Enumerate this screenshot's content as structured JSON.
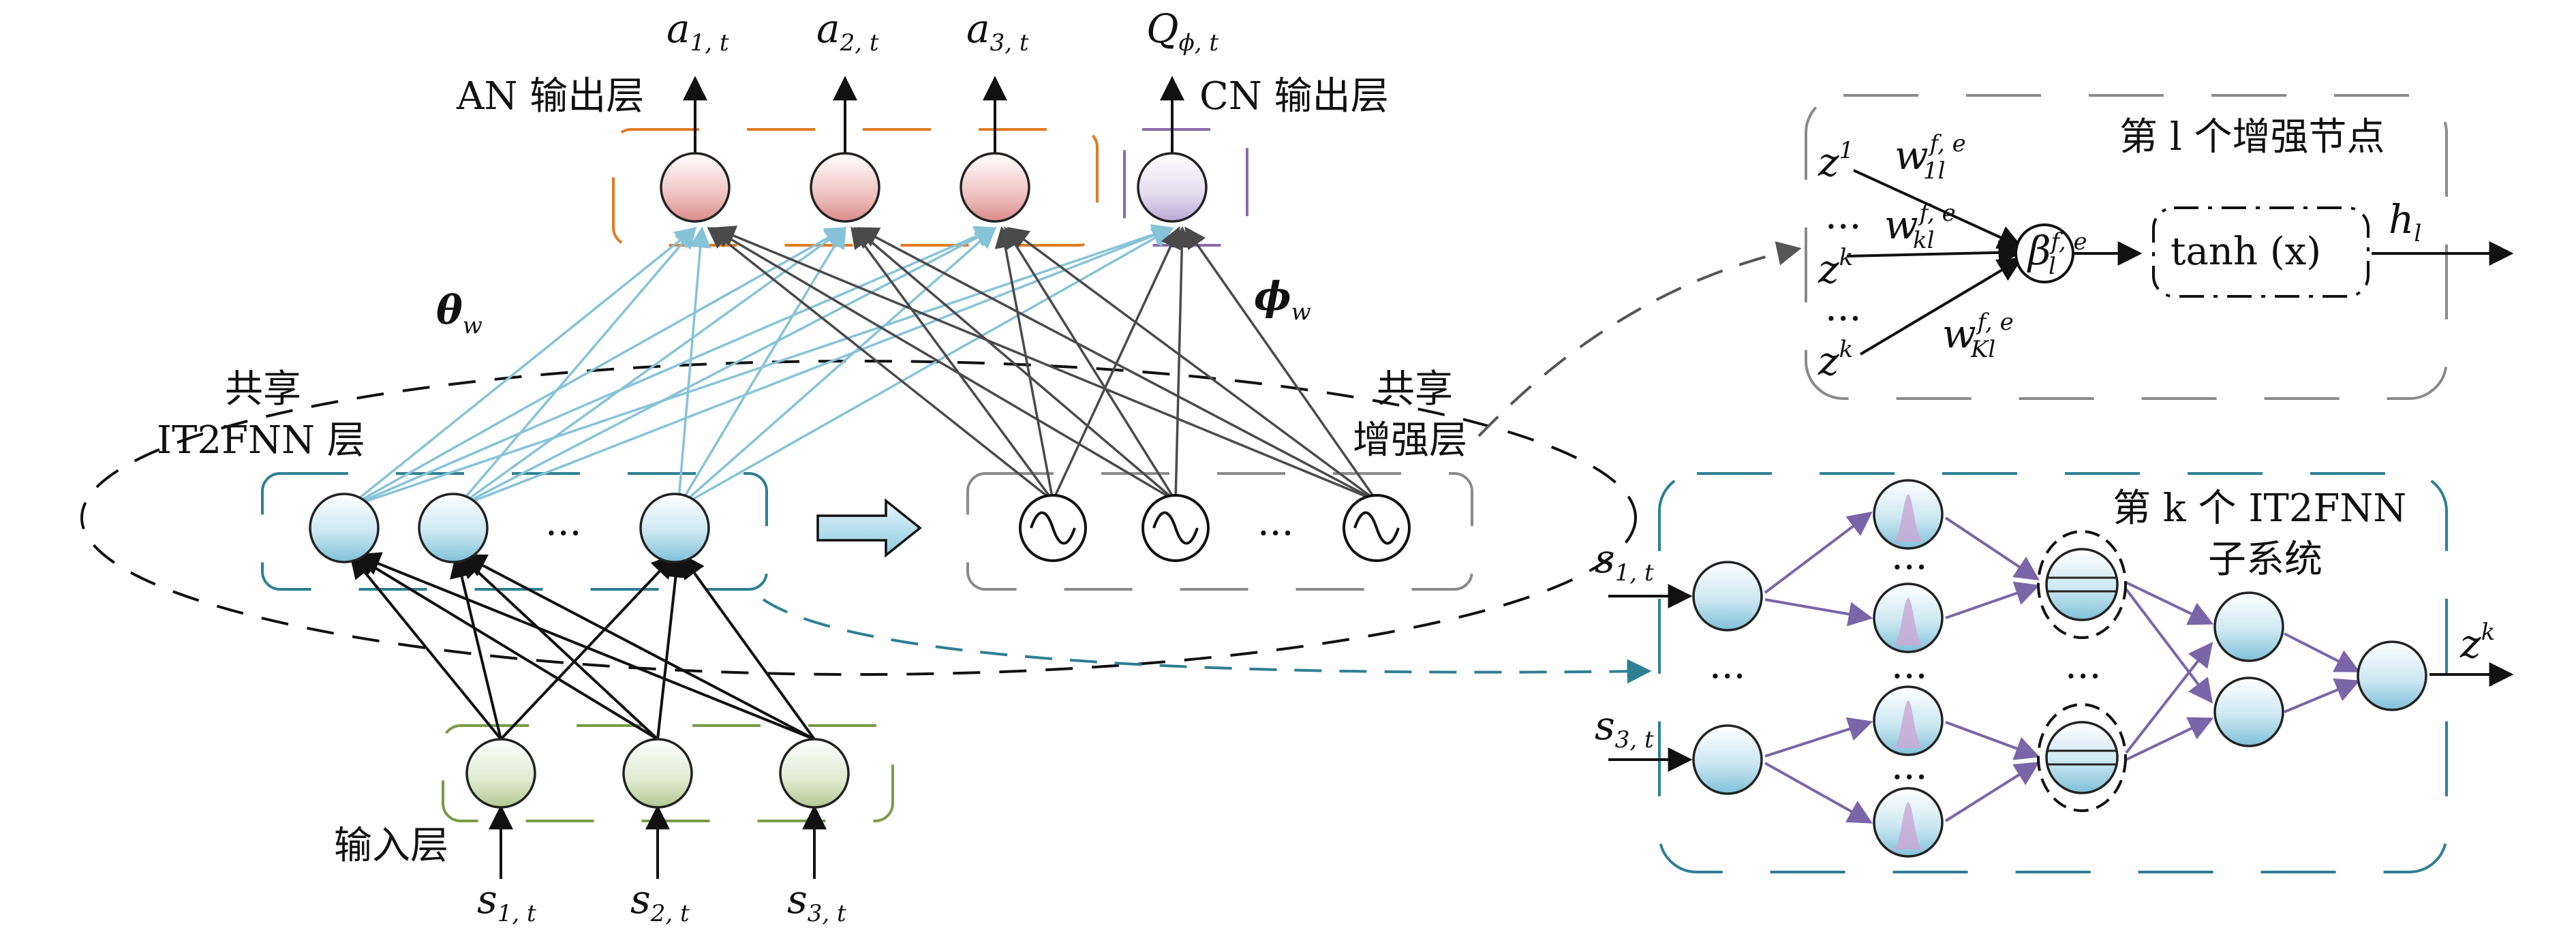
{
  "an_output_layer": {
    "label": "AN 输出层"
  },
  "cn_output_layer": {
    "label": "CN 输出层"
  },
  "outputs": {
    "a1": {
      "base": "a",
      "sub": "1, t"
    },
    "a2": {
      "base": "a",
      "sub": "2, t"
    },
    "a3": {
      "base": "a",
      "sub": "3, t"
    },
    "q": {
      "base": "Q",
      "sub": "ϕ, t"
    }
  },
  "theta": {
    "base": "θ",
    "sub": "w"
  },
  "phi": {
    "base": "ϕ",
    "sub": "w"
  },
  "shared_it2fnn": {
    "line1": "共享",
    "line2": "IT2FNN 层"
  },
  "shared_enhance": {
    "line1": "共享",
    "line2": "增强层"
  },
  "ellipsis": "...",
  "input_layer": {
    "label": "输入层"
  },
  "inputs": {
    "s1": {
      "base": "s",
      "sub": "1, t"
    },
    "s2": {
      "base": "s",
      "sub": "2, t"
    },
    "s3": {
      "base": "s",
      "sub": "3, t"
    }
  },
  "enhance_node_box": {
    "title": "第 l 个增强节点",
    "z1": {
      "base": "z",
      "sup": "1"
    },
    "zk1": {
      "base": "z",
      "sup": "k"
    },
    "zk2": {
      "base": "z",
      "sup": "k"
    },
    "w1l": {
      "base": "w",
      "sup": "f, e",
      "sub": "1l"
    },
    "wkl": {
      "base": "w",
      "sup": "f, e",
      "sub": "kl"
    },
    "wKl": {
      "base": "w",
      "sup": "f, e",
      "sub": "Kl"
    },
    "beta": {
      "base": "β",
      "sup": "f, e",
      "sub": "l"
    },
    "tanh": "tanh (x)",
    "h": {
      "base": "h",
      "sub": "l"
    }
  },
  "subsystem_box": {
    "title_line1": "第 k 个 IT2FNN",
    "title_line2": "子系统",
    "s1": {
      "base": "s",
      "sub": "1, t"
    },
    "s3": {
      "base": "s",
      "sub": "3, t"
    },
    "zk": {
      "base": "z",
      "sup": "k"
    }
  },
  "colors": {
    "orange": "#e07b22",
    "purple": "#8a6aa8",
    "teal": "#2e7f93",
    "gray": "#8a8a8a",
    "green": "#7a9a45",
    "light_blue_edge": "#86c3d8",
    "dark_edge": "#4a4a4a",
    "violet_edge": "#7a65a8"
  }
}
